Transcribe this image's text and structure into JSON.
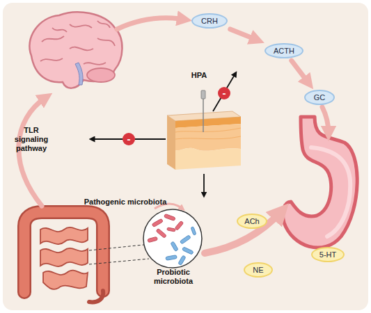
{
  "diagram": {
    "nodes": [
      {
        "text": [
          "CRH"
        ]
      },
      {
        "text": [
          "ACTH"
        ]
      },
      {
        "text": [
          "GC"
        ]
      },
      {
        "text": [
          "ACh"
        ]
      },
      {
        "text": [
          "5-HT"
        ]
      },
      {
        "text": [
          "NE"
        ]
      }
    ],
    "edges": [
      {
        "from": 0,
        "to": 1,
        "arrow": "to"
      },
      {
        "from": 1,
        "to": 2,
        "arrow": "to"
      }
    ],
    "labels": [
      "HPA",
      "-",
      "TLR signaling pathway",
      "-",
      "Pathogenic microbiota",
      "Probiotic microbiota"
    ]
  }
}
